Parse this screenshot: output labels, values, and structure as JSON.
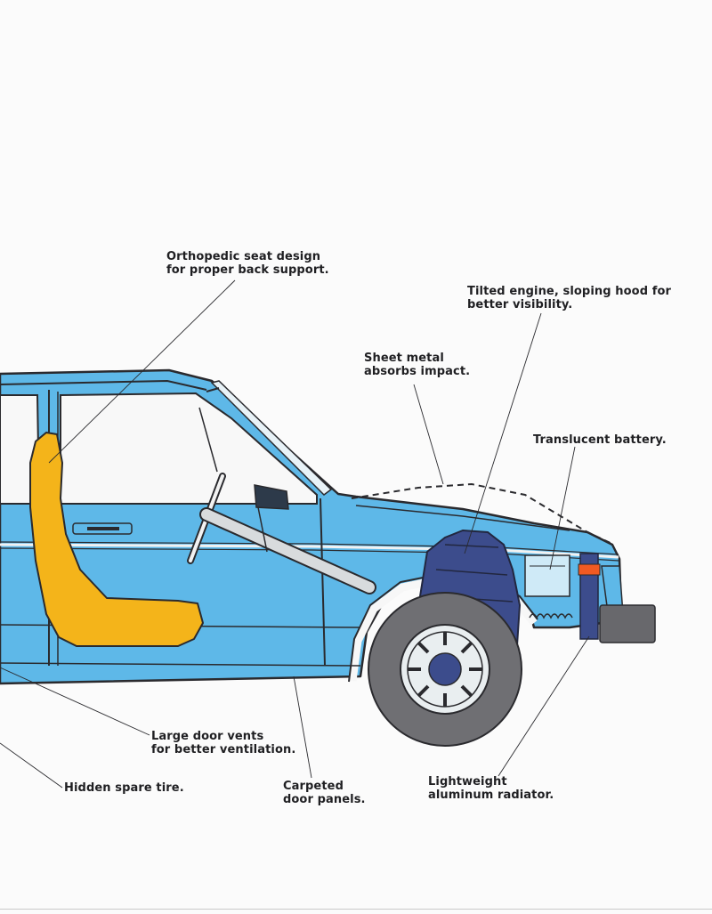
{
  "callouts": {
    "seat": [
      "Orthopedic seat design",
      "for proper back support."
    ],
    "engine": [
      "Tilted engine, sloping hood for",
      "better visibility."
    ],
    "sheet_metal": [
      "Sheet metal",
      "absorbs impact."
    ],
    "battery": [
      "Translucent battery."
    ],
    "door_vents": [
      "Large door vents",
      "for better ventilation."
    ],
    "spare_tire": [
      "Hidden spare tire."
    ],
    "carpeted": [
      "Carpeted",
      "door panels."
    ],
    "radiator": [
      "Lightweight",
      "aluminum radiator."
    ]
  },
  "colors": {
    "body_blue": "#5eb8e8",
    "outline": "#2a2a2e",
    "seat_yellow": "#f4b41a",
    "engine_navy": "#3c4c8c",
    "tire_gray": "#6f6f73",
    "hubcap": "#e9eef0",
    "bumper_gray": "#68686c",
    "battery_light": "#cfeaf7",
    "marker_orange": "#f05a23"
  }
}
